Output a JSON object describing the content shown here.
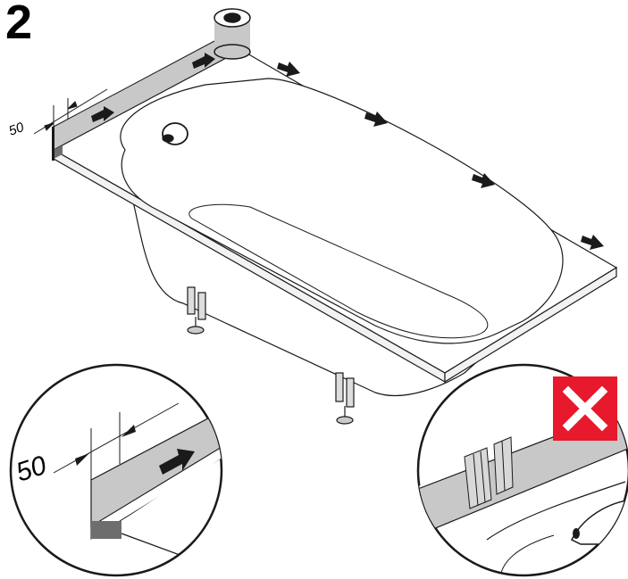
{
  "step": {
    "number": "2"
  },
  "main_view": {
    "dimension_label": "50"
  },
  "detail_correct": {
    "dimension_label": "50"
  },
  "detail_wrong": {
    "marker_icon": "cross-icon",
    "marker_color": "#e8192c"
  },
  "colors": {
    "tape": "#c8c8c8",
    "tape_edge": "#6e6e6e",
    "line": "#1a1a1a",
    "tub_fill": "#ffffff"
  }
}
